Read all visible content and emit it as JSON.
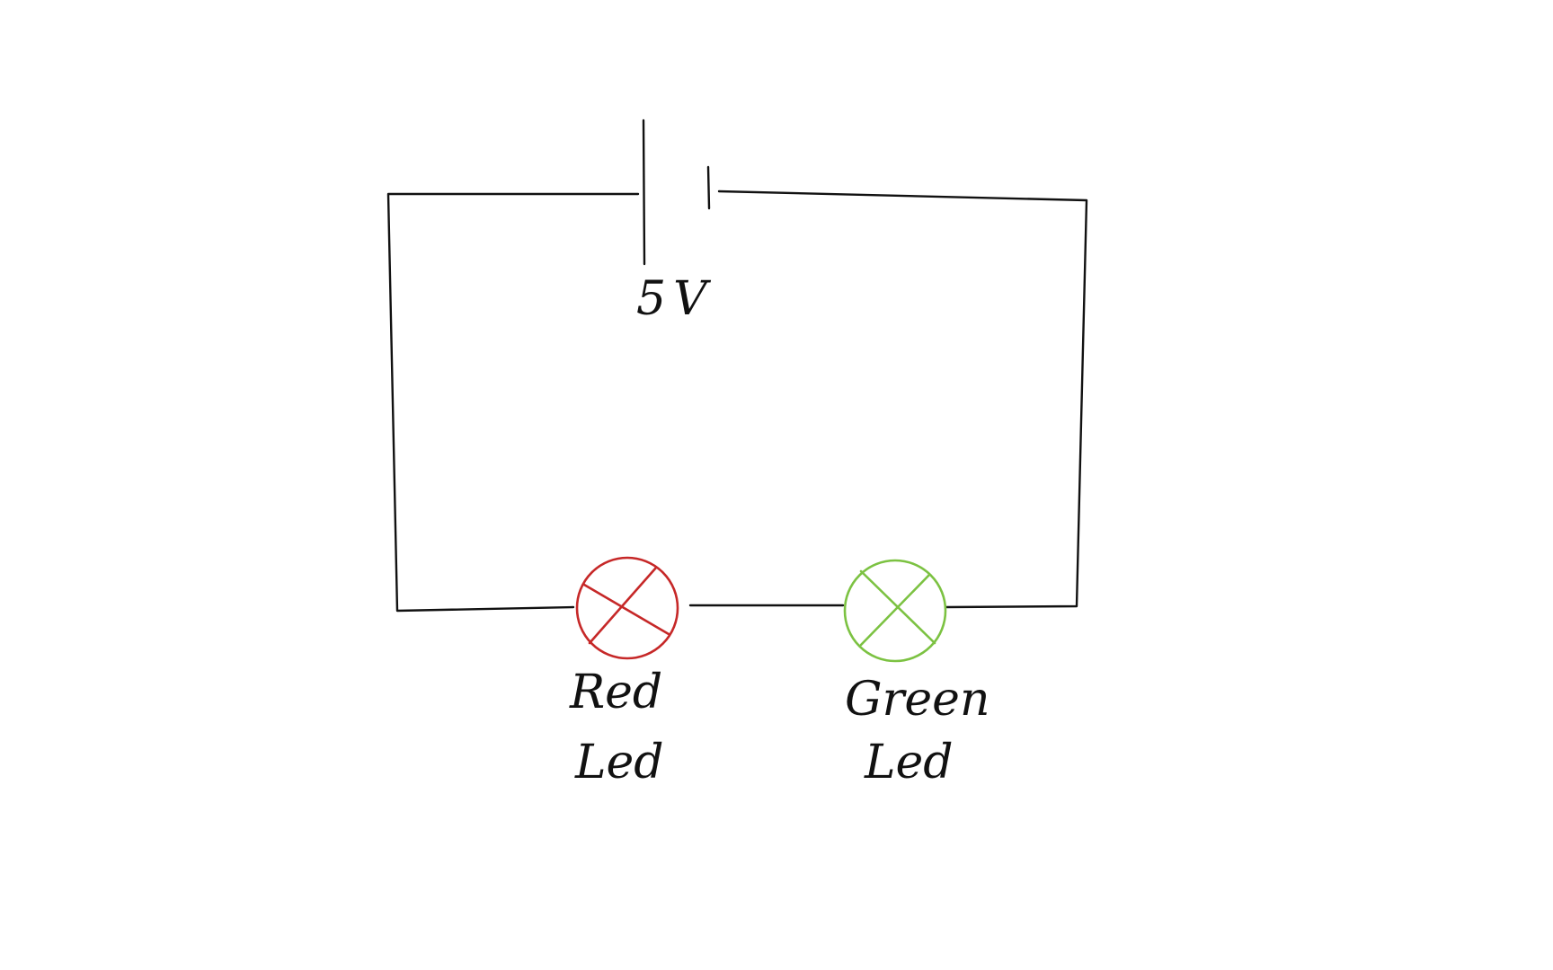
{
  "battery": {
    "voltage_label": "5V"
  },
  "lamps": [
    {
      "name": "red-led",
      "label_line1": "Red",
      "label_line2": "Led",
      "color": "#c62828"
    },
    {
      "name": "green-led",
      "label_line1": "Green",
      "label_line2": "Led",
      "color": "#7cc242"
    }
  ],
  "colors": {
    "wire": "#111111",
    "background": "#ffffff"
  }
}
